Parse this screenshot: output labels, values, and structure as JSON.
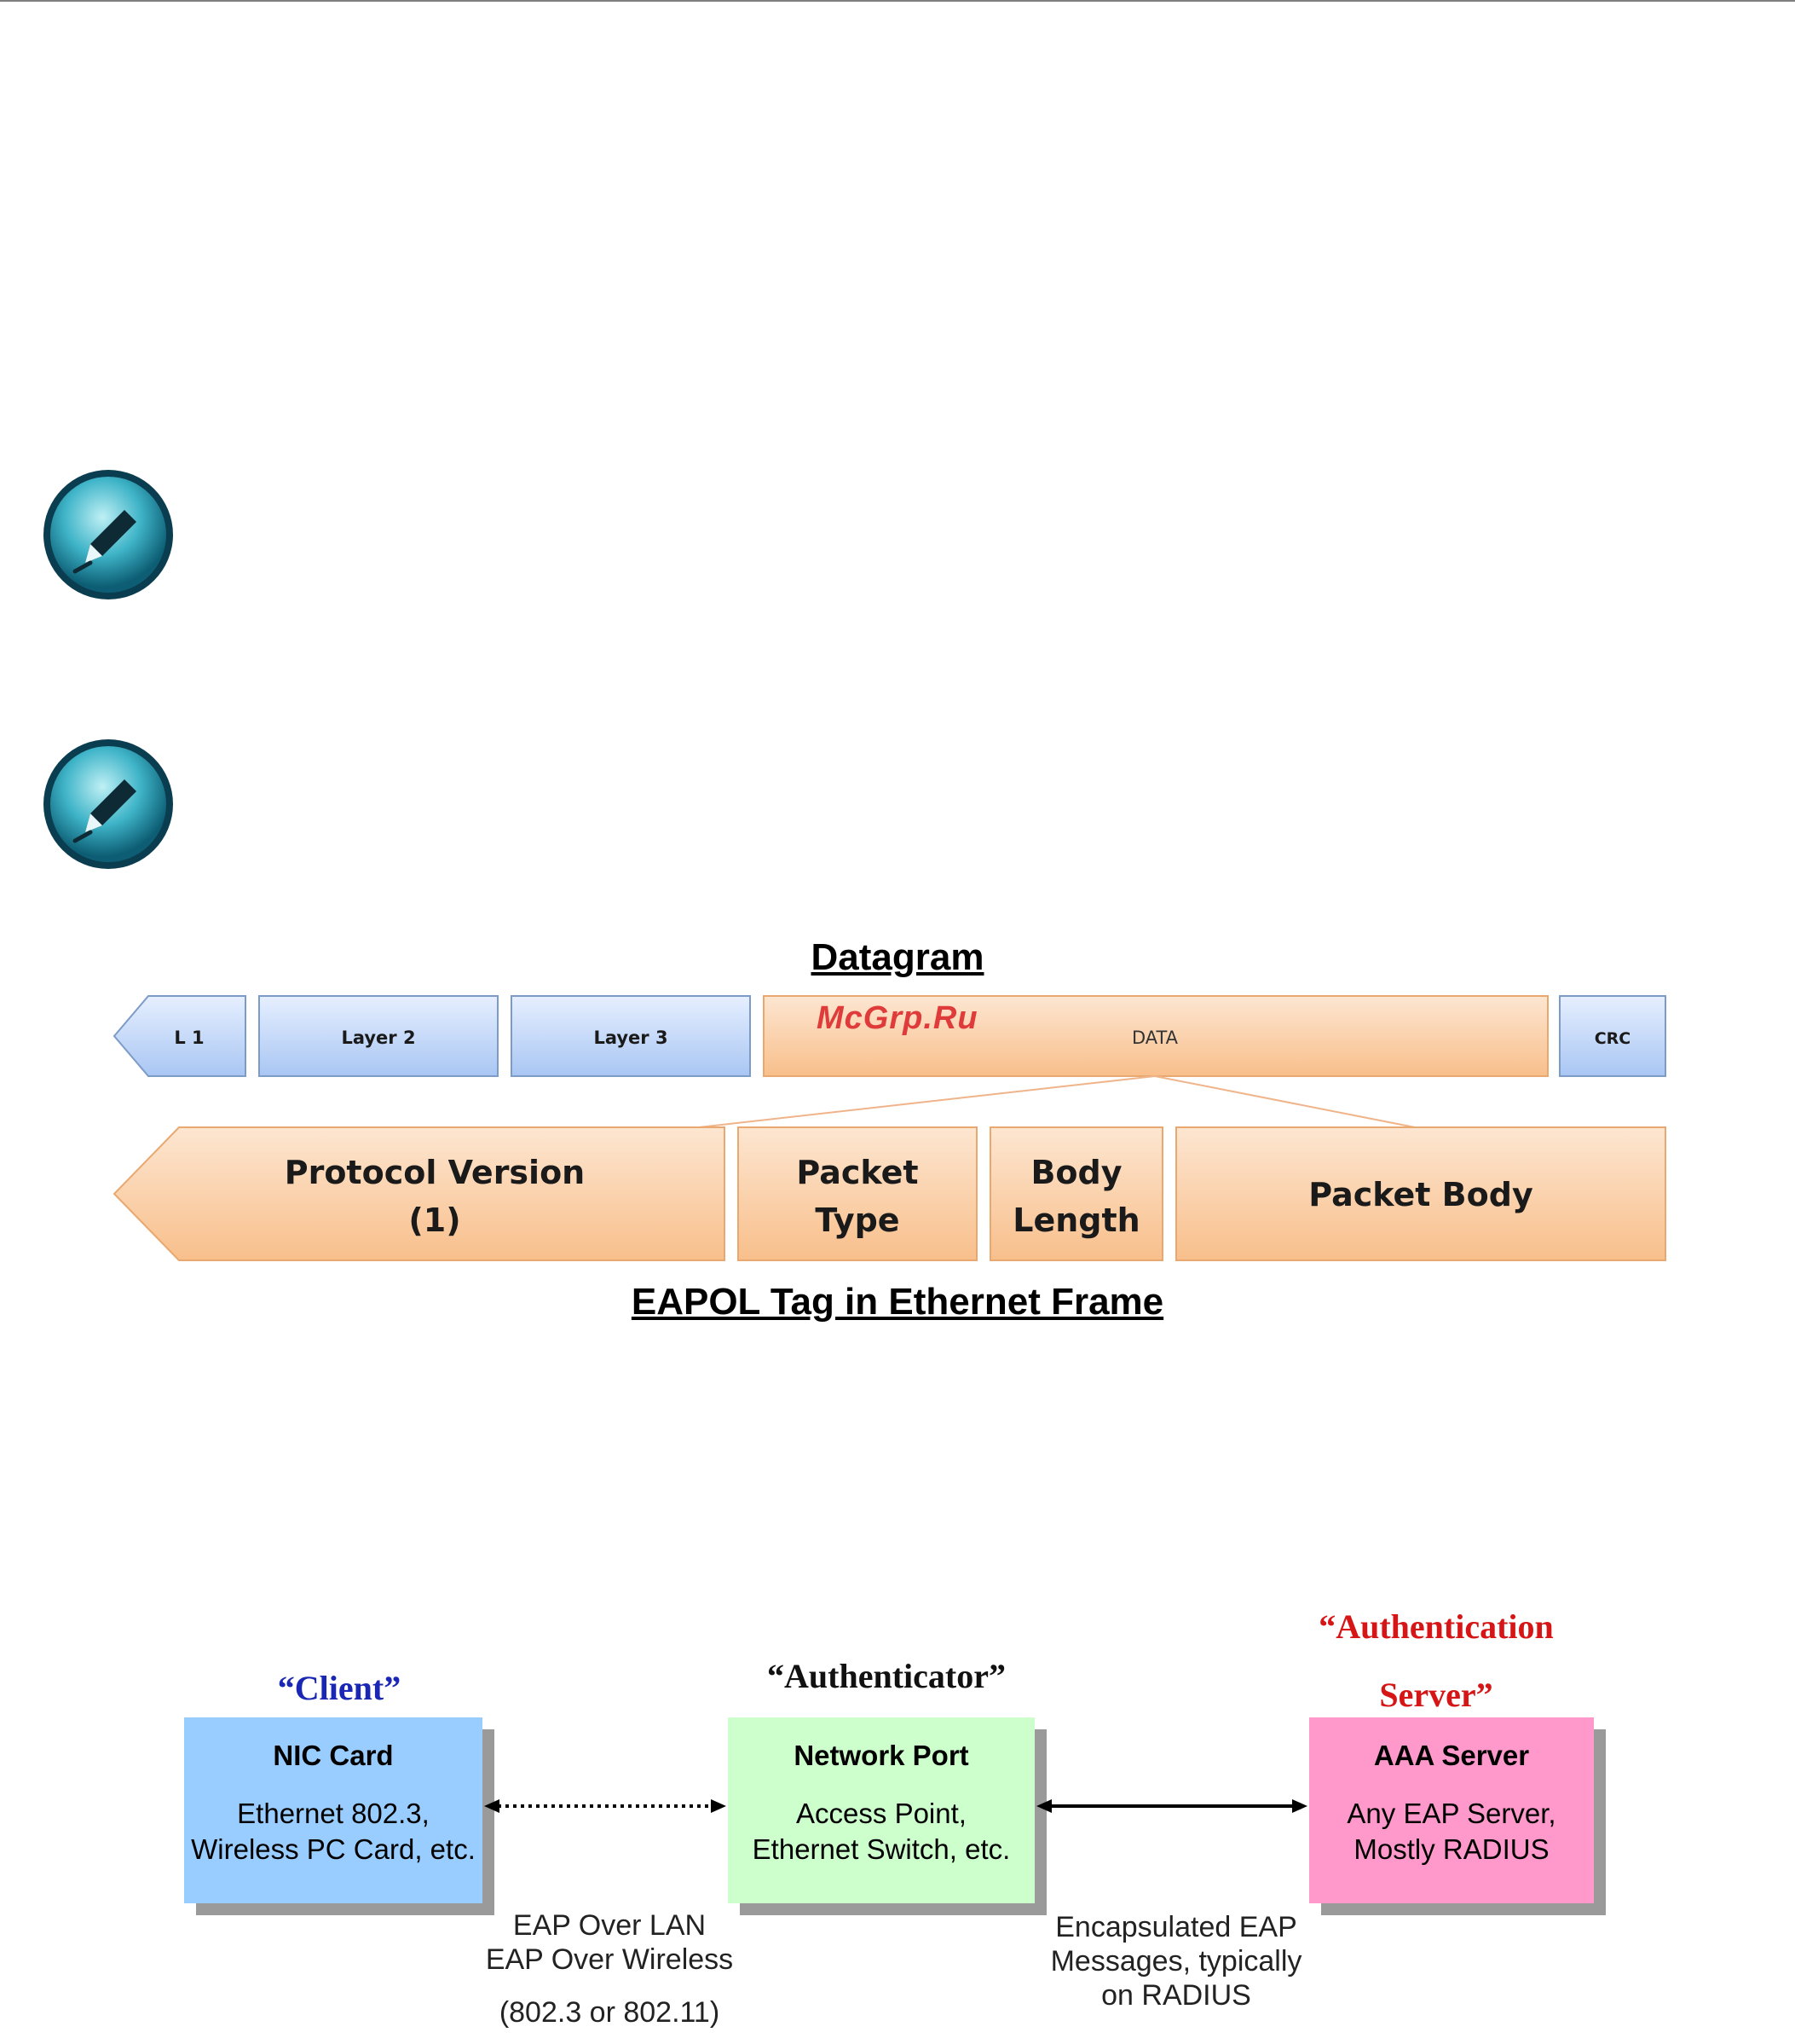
{
  "datagram": {
    "title": "Datagram",
    "watermark": "McGrp.Ru",
    "segments": {
      "l1": "L 1",
      "layer2": "Layer 2",
      "layer3": "Layer 3",
      "data": "DATA",
      "crc": "CRC"
    },
    "eapol_fields": {
      "protocol_version": [
        "Protocol Version",
        "(1)"
      ],
      "packet_type": [
        "Packet",
        "Type"
      ],
      "body_length": [
        "Body",
        "Length"
      ],
      "packet_body": "Packet Body"
    },
    "caption": "EAPOL Tag in Ethernet Frame"
  },
  "roles": {
    "client": "“Client”",
    "authenticator": "“Authenticator”",
    "server_line1": "“Authentication",
    "server_line2": "Server”"
  },
  "boxes": {
    "client": {
      "title": "NIC Card",
      "desc_line1": "Ethernet 802.3,",
      "desc_line2": "Wireless PC Card, etc.",
      "color": "#99ccff"
    },
    "authenticator": {
      "title": "Network Port",
      "desc_line1": "Access Point,",
      "desc_line2": "Ethernet Switch, etc.",
      "color": "#ccffcc"
    },
    "server": {
      "title": "AAA Server",
      "desc_line1": "Any EAP Server,",
      "desc_line2": "Mostly RADIUS",
      "color": "#ff99cc"
    }
  },
  "links": {
    "client_auth": {
      "line1": "EAP Over LAN",
      "line2": "EAP Over Wireless",
      "line3": "(802.3 or 802.11)"
    },
    "auth_server": {
      "line1": "Encapsulated EAP",
      "line2": "Messages, typically",
      "line3": "on RADIUS"
    }
  },
  "icons": [
    "note-pencil-icon",
    "note-pencil-icon"
  ]
}
